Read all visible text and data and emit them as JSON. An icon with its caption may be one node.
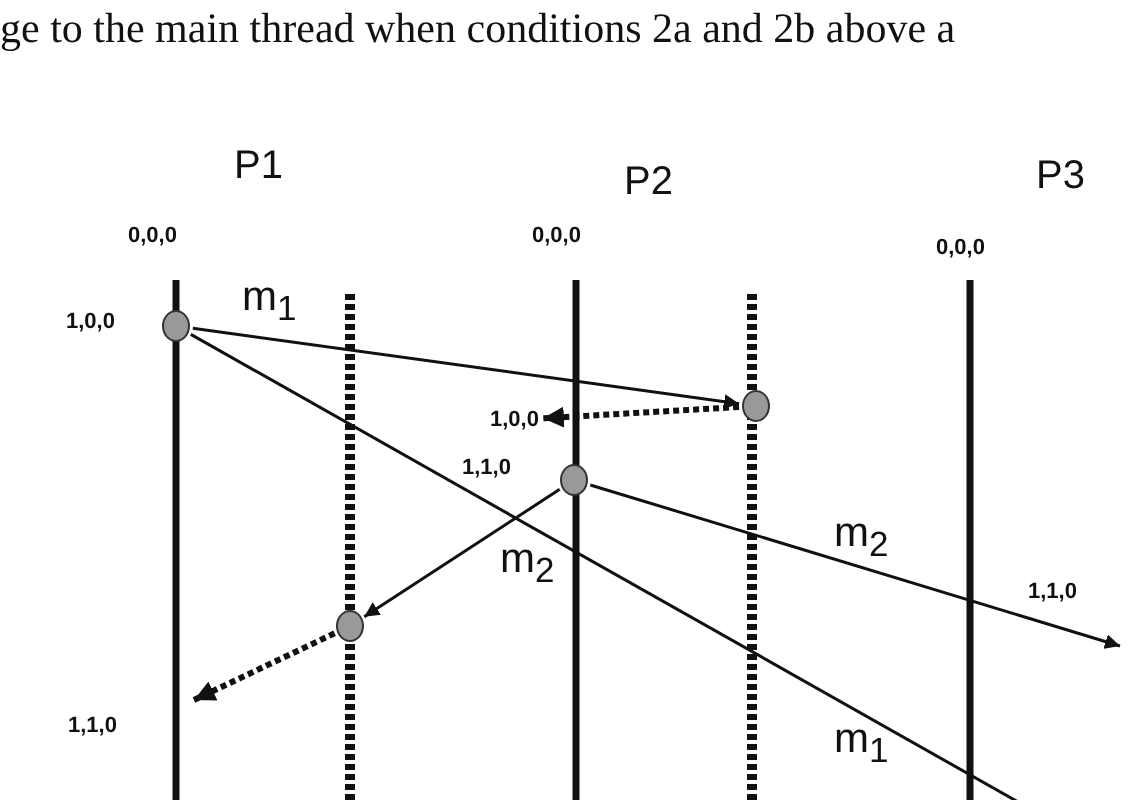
{
  "diagram": {
    "nodes": [
      {
        "text": [],
        "shape": "circle"
      },
      {
        "text": [],
        "shape": "circle"
      },
      {
        "text": [],
        "shape": "circle"
      },
      {
        "text": [],
        "shape": "circle"
      },
      {
        "text": [
          "1,0,0"
        ]
      }
    ],
    "edges": [
      {
        "from": 0,
        "to": 3,
        "arrow": "to",
        "label": "m$_{1}$"
      },
      {
        "from": 3,
        "to": 4,
        "arrow": "to",
        "style": "dashed"
      },
      {
        "from": 2,
        "to": 1,
        "arrow": "to",
        "label": "m$_{2}$"
      },
      {
        "from": 1,
        "to": null,
        "arrow": "to",
        "style": "dashed"
      },
      {
        "from": 2,
        "to": null,
        "arrow": "to",
        "label": "m$_{2}$"
      },
      {
        "from": 0,
        "to": null,
        "arrow": "none",
        "label": "m$_{1}$"
      }
    ],
    "labels": [
      "ge to the main thread when conditions 2a and 2b above a",
      "P1",
      "P2",
      "P3",
      "0,0,0",
      "0,0,0",
      "0,0,0",
      "1,0,0",
      "1,1,0",
      "1,1,0",
      "1,1,0"
    ]
  }
}
